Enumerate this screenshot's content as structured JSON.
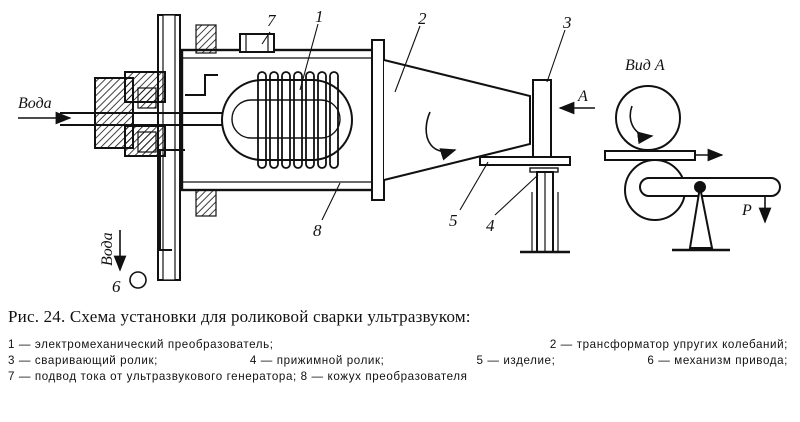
{
  "labels": {
    "n1": "1",
    "n2": "2",
    "n3": "3",
    "n4": "4",
    "n5": "5",
    "n6": "6",
    "n7": "7",
    "n8": "8",
    "water_in": "Вода",
    "water_out": "Вода",
    "view_a": "Вид А",
    "arrow_a": "А",
    "force_p": "P"
  },
  "caption": {
    "title": "Рис. 24. Схема установки для роликовой сварки ультразвуком:",
    "legend": [
      [
        "1 — электромеханический преобразователь;",
        "2 — трансформатор упругих колебаний;"
      ],
      [
        "3 — сваривающий ролик;",
        "4 — прижимной ролик;",
        "5 — изделие;",
        "6 — механизм привода;"
      ],
      [
        "7 — подвод тока от ультразвукового генератора;",
        "8 — кожух преобразователя"
      ]
    ]
  }
}
